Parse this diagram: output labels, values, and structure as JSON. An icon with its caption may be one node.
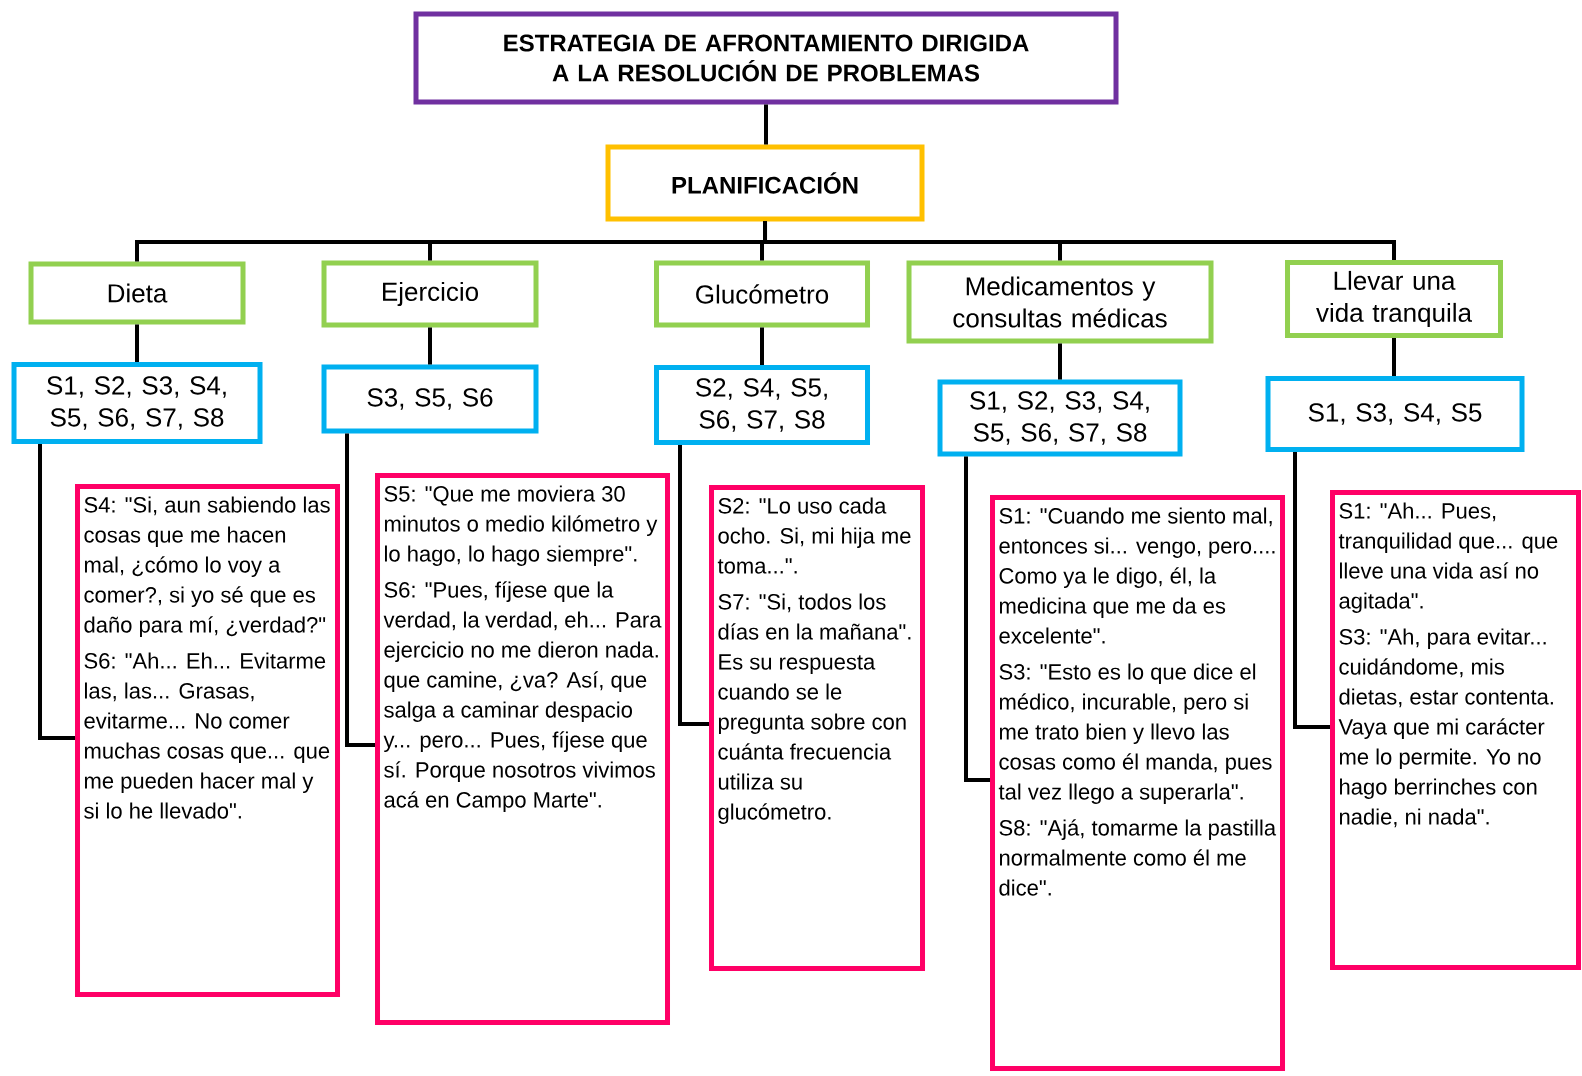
{
  "diagram": {
    "nodes": [
      {
        "text": [
          "ESTRATEGIA DE AFRONTAMIENTO DIRIGIDA A LA RESOLUCIÓN DE PROBLEMAS"
        ]
      },
      {
        "text": [
          "PLANIFICACIÓN"
        ]
      },
      {
        "text": [
          "Dieta"
        ]
      },
      {
        "text": [
          "Ejercicio"
        ]
      },
      {
        "text": [
          "Glucómetro"
        ]
      },
      {
        "text": [
          "Medicamentos y consultas médicas"
        ]
      },
      {
        "text": [
          "Llevar una vida tranquila"
        ]
      },
      {
        "text": [
          "S1, S2, S3, S4, S5, S6, S7, S8"
        ]
      },
      {
        "text": [
          "S3, S5, S6"
        ]
      },
      {
        "text": [
          "S2, S4, S5, S6, S7, S8"
        ]
      },
      {
        "text": [
          "S1, S2, S3, S4, S5, S6, S7, S8"
        ]
      },
      {
        "text": [
          "S1, S3, S4, S5"
        ]
      },
      {
        "text": [
          "S4: \"Si, aun sabiendo las cosas que me hacen mal, ¿cómo lo voy a comer?, si yo sé que es daño para mí, ¿verdad?\"",
          "S6: \"Ah... Eh... Evitarme las, las... Grasas, evitarme... No comer muchas cosas que... que me pueden hacer mal y si lo he llevado\"."
        ]
      },
      {
        "text": [
          "S5: \"Que me moviera 30 minutos o medio kilómetro y lo hago, lo hago siempre\".",
          "S6: \"Pues, fíjese que la verdad, la verdad, eh... Para ejercicio no me dieron nada. que camine, ¿va? Así, que salga a caminar despacio y... pero... Pues, fíjese que sí. Porque nosotros vivimos acá en Campo Marte\"."
        ]
      },
      {
        "text": [
          "S2: \"Lo uso cada ocho. Si, mi hija me toma...\".",
          "S7: \"Si, todos los días en la mañana\". Es su respuesta cuando se le pregunta sobre con cuánta frecuencia utiliza su glucómetro."
        ]
      },
      {
        "text": [
          "S1: \"Cuando me siento mal, entonces si... vengo, pero.... Como ya le digo, él, la medicina que me da es excelente\".",
          "S3: \"Esto es lo que dice el médico, incurable, pero si me trato bien y llevo las cosas como él manda, pues tal vez llego a superarla\".",
          "S8: \"Ajá, tomarme la pastilla normalmente como él  me dice\"."
        ]
      },
      {
        "text": [
          "S1: \"Ah... Pues, tranquilidad que... que lleve una vida así no agitada\".",
          "S3: \"Ah, para evitar... cuidándome, mis dietas, estar contenta. Vaya que mi carácter me lo permite. Yo no hago berrinches con nadie, ni nada\"."
        ]
      }
    ],
    "edges": [
      {
        "from": 0,
        "to": 1,
        "arrow": "none"
      },
      {
        "from": 1,
        "to": 2,
        "arrow": "none"
      },
      {
        "from": 1,
        "to": 3,
        "arrow": "none"
      },
      {
        "from": 1,
        "to": 4,
        "arrow": "none"
      },
      {
        "from": 1,
        "to": 5,
        "arrow": "none"
      },
      {
        "from": 1,
        "to": 6,
        "arrow": "none"
      },
      {
        "from": 2,
        "to": 7,
        "arrow": "none"
      },
      {
        "from": 3,
        "to": 8,
        "arrow": "none"
      },
      {
        "from": 4,
        "to": 9,
        "arrow": "none"
      },
      {
        "from": 5,
        "to": 10,
        "arrow": "none"
      },
      {
        "from": 6,
        "to": 11,
        "arrow": "none"
      },
      {
        "from": 7,
        "to": 12,
        "arrow": "none"
      },
      {
        "from": 8,
        "to": 13,
        "arrow": "none"
      },
      {
        "from": 9,
        "to": 14,
        "arrow": "none"
      },
      {
        "from": 10,
        "to": 15,
        "arrow": "none"
      },
      {
        "from": 11,
        "to": 16,
        "arrow": "none"
      }
    ]
  }
}
